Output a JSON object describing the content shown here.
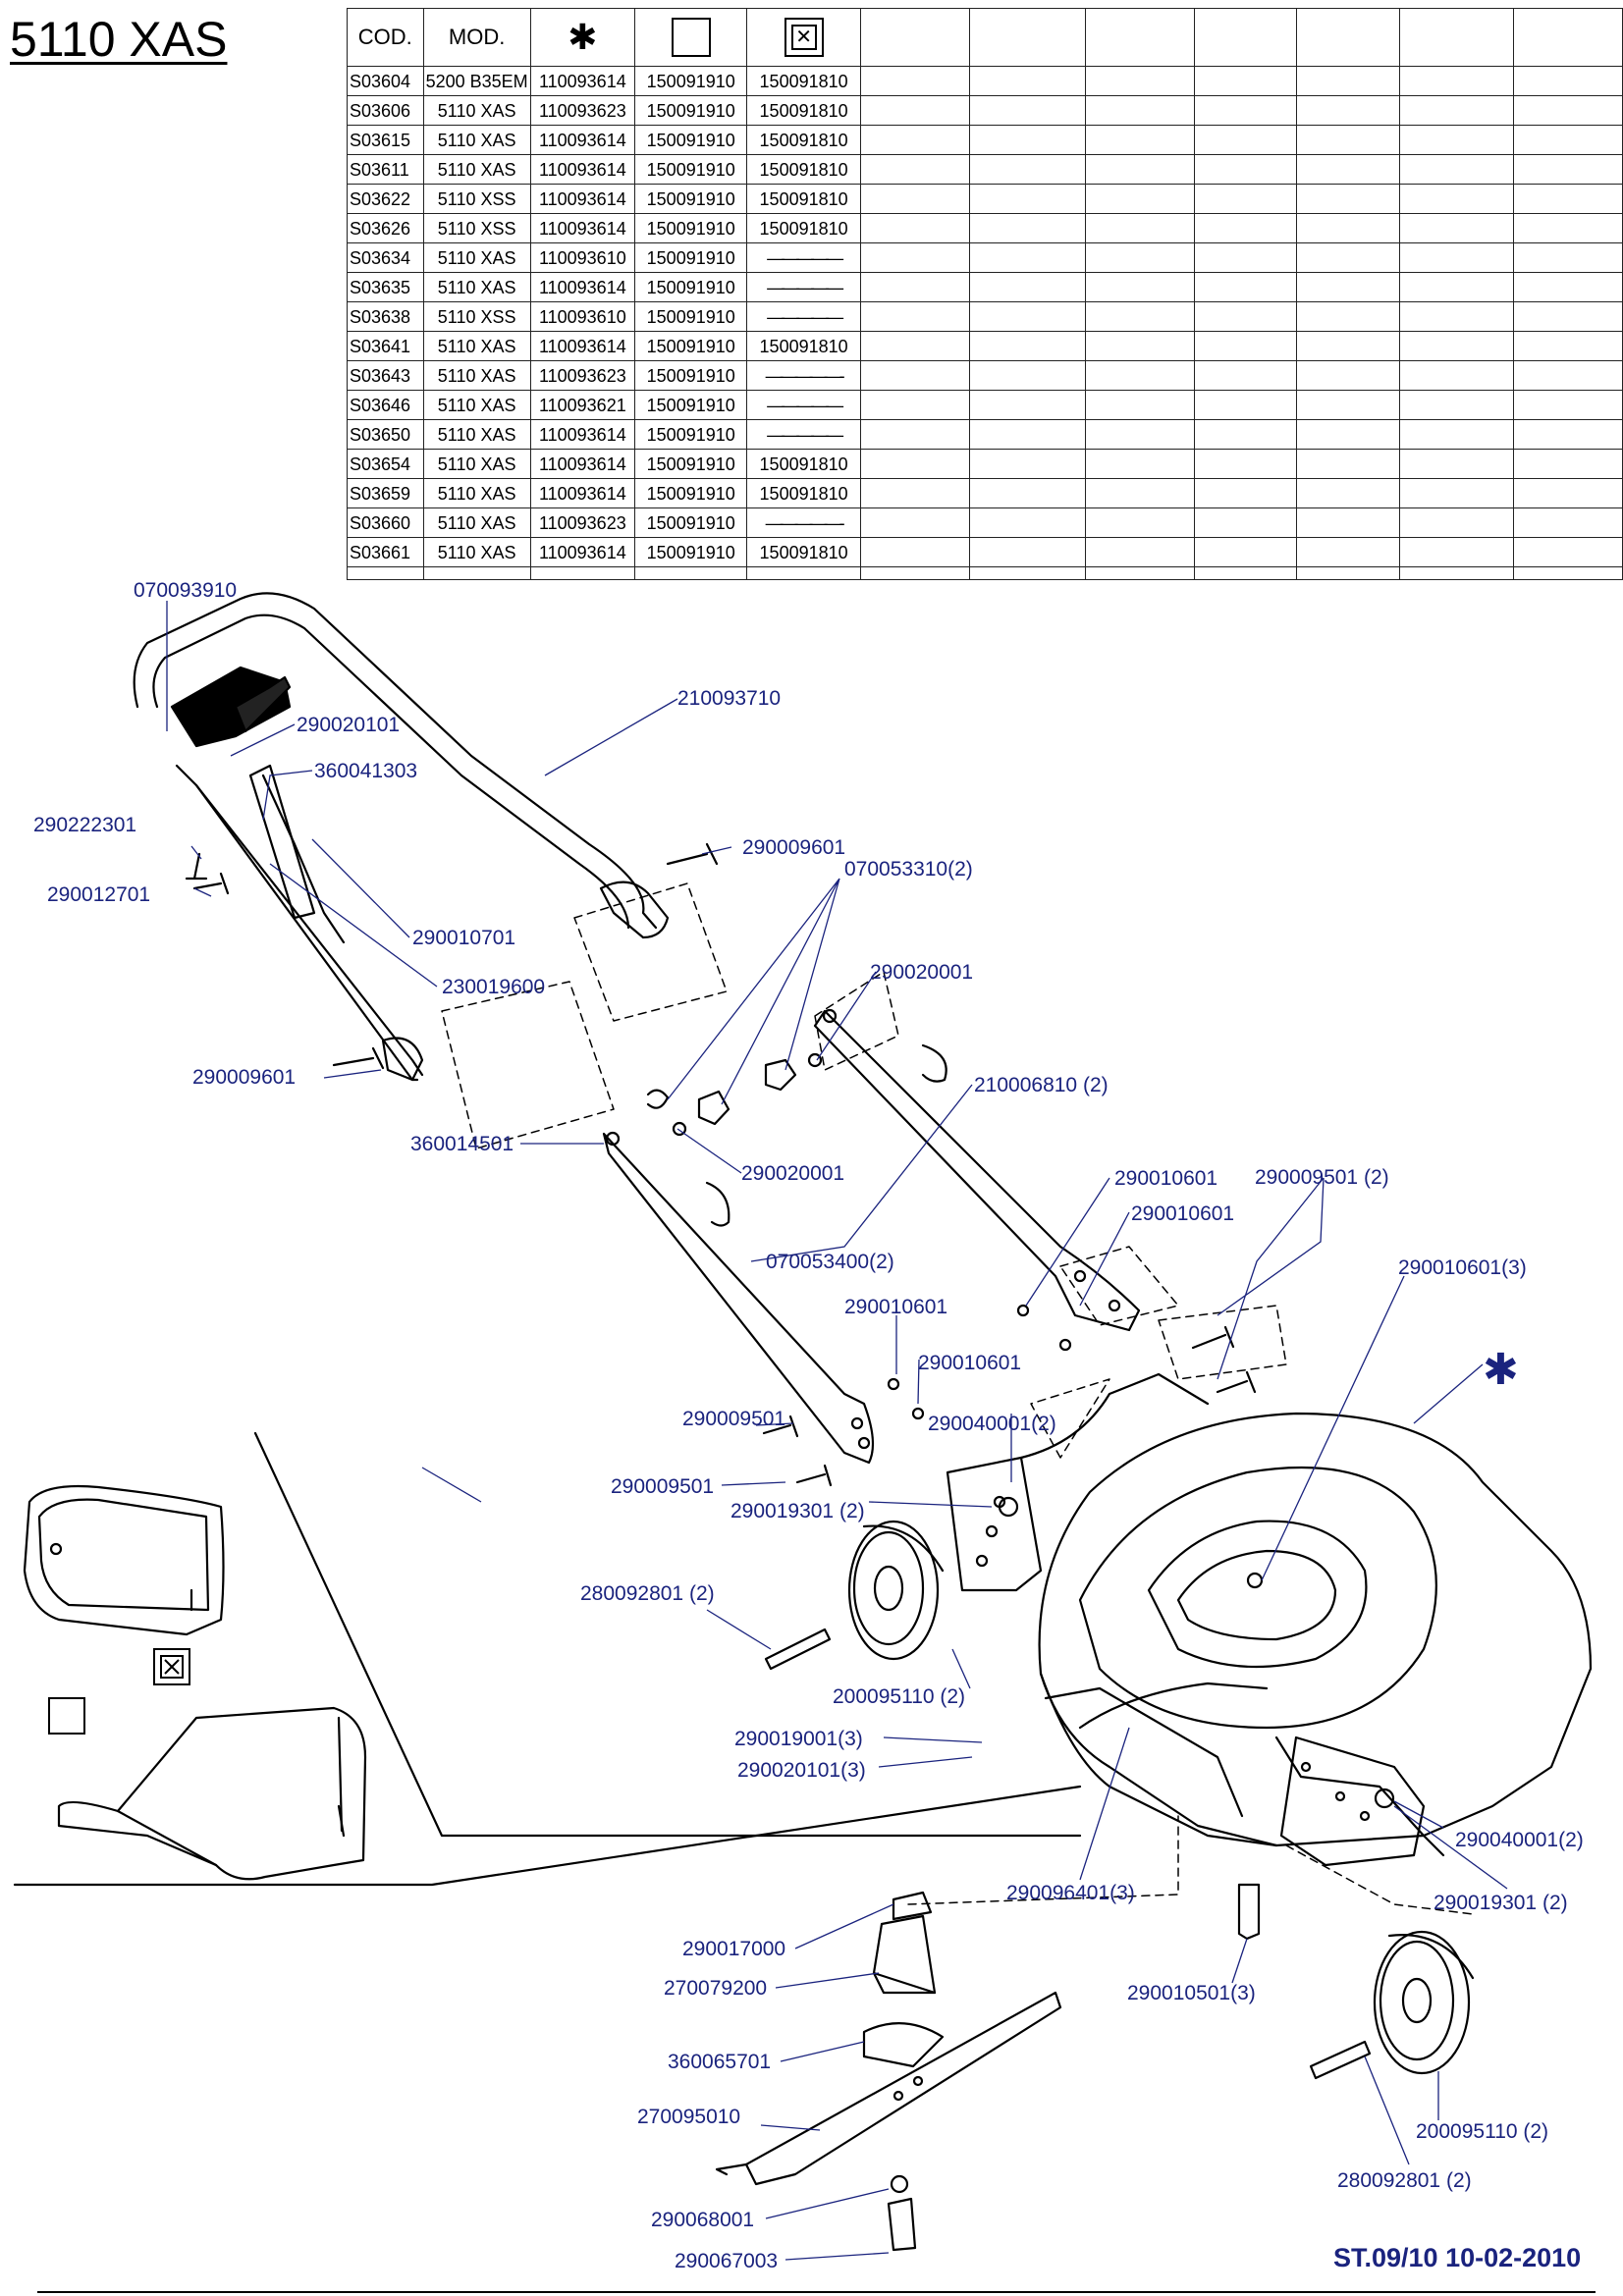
{
  "title": "5110 XAS",
  "table": {
    "headers": [
      "COD.",
      "MOD."
    ],
    "symbol_columns": [
      "star-icon",
      "empty-box-icon",
      "x-box-icon"
    ],
    "rows": [
      [
        "S03604",
        "5200 B35EM",
        "110093614",
        "150091910",
        "150091810"
      ],
      [
        "S03606",
        "5110 XAS",
        "110093623",
        "150091910",
        "150091810"
      ],
      [
        "S03615",
        "5110 XAS",
        "110093614",
        "150091910",
        "150091810"
      ],
      [
        "S03611",
        "5110 XAS",
        "110093614",
        "150091910",
        "150091810"
      ],
      [
        "S03622",
        "5110 XSS",
        "110093614",
        "150091910",
        "150091810"
      ],
      [
        "S03626",
        "5110 XSS",
        "110093614",
        "150091910",
        "150091810"
      ],
      [
        "S03634",
        "5110 XAS",
        "110093610",
        "150091910",
        "—————"
      ],
      [
        "S03635",
        "5110 XAS",
        "110093614",
        "150091910",
        "—————"
      ],
      [
        "S03638",
        "5110 XSS",
        "110093610",
        "150091910",
        "—————"
      ],
      [
        "S03641",
        "5110 XAS",
        "110093614",
        "150091910",
        "150091810"
      ],
      [
        "S03643",
        "5110 XAS",
        "110093623",
        "150091910",
        "—————-"
      ],
      [
        "S03646",
        "5110 XAS",
        "110093621",
        "150091910",
        "—————"
      ],
      [
        "S03650",
        "5110 XAS",
        "110093614",
        "150091910",
        "—————"
      ],
      [
        "S03654",
        "5110 XAS",
        "110093614",
        "150091910",
        "150091810"
      ],
      [
        "S03659",
        "5110 XAS",
        "110093614",
        "150091910",
        "150091810"
      ],
      [
        "S03660",
        "5110 XAS",
        "110093623",
        "150091910",
        "—————-"
      ],
      [
        "S03661",
        "5110 XAS",
        "110093614",
        "150091910",
        "150091810"
      ]
    ]
  },
  "labels": {
    "l01": "070093910",
    "l02": "290020101",
    "l03": "360041303",
    "l04": "290222301",
    "l05": "290012701",
    "l06": "210093710",
    "l07": "290009601",
    "l08": "070053310(2)",
    "l09": "290010701",
    "l10": "230019600",
    "l11": "290020001",
    "l12": "290009601",
    "l13": "210006810 (2)",
    "l14": "360014501",
    "l15": "290020001",
    "l16": "290010601",
    "l17": "290009501 (2)",
    "l18": "290010601",
    "l19": "070053400(2)",
    "l20": "290010601(3)",
    "l21": "290010601",
    "l22": "290010601",
    "l23": "290009501",
    "l24": "290040001(2)",
    "l25": "290009501",
    "l26": "290019301 (2)",
    "l27": "280092801 (2)",
    "l28": "200095110 (2)",
    "l29": "290019001(3)",
    "l30": "290020101(3)",
    "l31": "290040001(2)",
    "l32": "290096401(3)",
    "l33": "290019301 (2)",
    "l34": "290017000",
    "l35": "270079200",
    "l36": "290010501(3)",
    "l37": "360065701",
    "l38": "270095010",
    "l39": "200095110 (2)",
    "l40": "290068001",
    "l41": "280092801 (2)",
    "l42": "290067003"
  },
  "footer": "ST.09/10  10-02-2010",
  "colors": {
    "label": "#1a237e",
    "line": "#000000"
  }
}
